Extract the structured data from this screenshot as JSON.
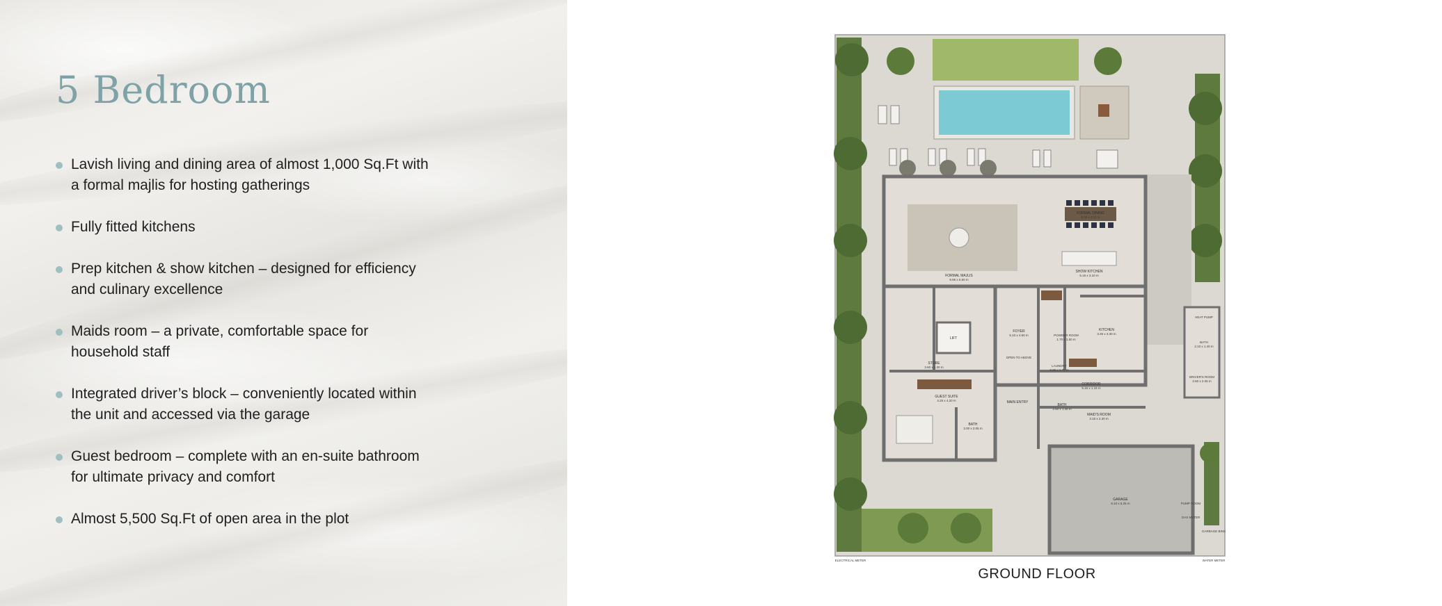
{
  "heading": "5 Bedroom",
  "features": [
    {
      "line1": "Lavish living and dining area of almost 1,000 Sq.Ft with",
      "line2": "a formal majlis for hosting gatherings"
    },
    {
      "line1": "Fully fitted kitchens",
      "line2": ""
    },
    {
      "line1": "Prep kitchen & show kitchen – designed for efficiency",
      "line2": "and culinary excellence"
    },
    {
      "line1": "Maids room – a private, comfortable space for",
      "line2": "household staff"
    },
    {
      "line1": "Integrated driver’s block – conveniently located within",
      "line2": "the unit and accessed via the garage"
    },
    {
      "line1": "Guest bedroom – complete with an en-suite bathroom",
      "line2": "for ultimate privacy and comfort"
    },
    {
      "line1": "Almost 5,500 Sq.Ft of open area in the plot",
      "line2": ""
    }
  ],
  "floor_plan": {
    "caption": "GROUND FLOOR",
    "rooms": {
      "formal_majlis": {
        "name": "FORMAL MAJLIS",
        "size": "9.95 x 6.60 m"
      },
      "formal_dining": {
        "name": "FORMAL DINING",
        "size": "5.15 x 4.15 m"
      },
      "show_kitchen": {
        "name": "SHOW KITCHEN",
        "size": "5.15 x 3.10 m"
      },
      "kitchen": {
        "name": "KITCHEN",
        "size": "3.45 x 3.30 m"
      },
      "powder_room": {
        "name": "POWDER ROOM",
        "size": "1.70 x 1.50 m"
      },
      "foyer": {
        "name": "FOYER",
        "size": "5.10 x 4.60 m"
      },
      "open_to_above": {
        "name": "OPEN TO ABOVE"
      },
      "lift": {
        "name": "LIFT"
      },
      "store": {
        "name": "STORE",
        "size": "3.60 x 1.30 m"
      },
      "laundry": {
        "name": "LAUNDRY",
        "size": "3.25 x 1.70 m"
      },
      "corridor": {
        "name": "CORRIDOR",
        "size": "5.15 x 1.15 m"
      },
      "guest_suite": {
        "name": "GUEST SUITE",
        "size": "4.25 x 4.20 m"
      },
      "bath_guest": {
        "name": "BATH",
        "size": "3.00 x 2.05 m"
      },
      "main_entry": {
        "name": "MAIN ENTRY"
      },
      "bath_maid": {
        "name": "BATH",
        "size": "2.50 x 1.45 m"
      },
      "maids_room": {
        "name": "MAID'S ROOM",
        "size": "3.15 x 2.30 m"
      },
      "heat_pump": {
        "name": "HEAT PUMP"
      },
      "bath_driver": {
        "name": "BATH",
        "size": "2.10 x 1.40 m"
      },
      "drivers_room": {
        "name": "DRIVER'S ROOM",
        "size": "2.60 x 2.05 m"
      },
      "garage": {
        "name": "GARAGE",
        "size": "8.10 x 6.25 m"
      },
      "pump_room": {
        "name": "PUMP ROOM"
      },
      "gas_meter": {
        "name": "GAS METER"
      },
      "garbage_bins": {
        "name": "GARBAGE BINS"
      },
      "electrical_meter": {
        "name": "ELECTRICAL METER"
      },
      "water_meter": {
        "name": "WATER METER"
      }
    }
  },
  "colors": {
    "heading": "#7fa2a6",
    "bullet": "#9fbfc1",
    "text": "#1f1f1f",
    "pool": "#7ccbd4",
    "lawn": "#9fb86a",
    "hedge": "#5f7a3e",
    "paving": "#d3d0c9",
    "wall": "#6f6f6f"
  }
}
